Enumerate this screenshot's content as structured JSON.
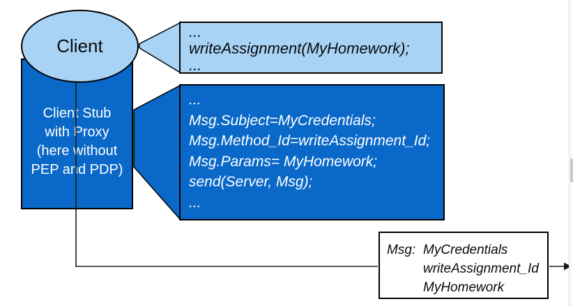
{
  "diagram": {
    "client": {
      "label": "Client"
    },
    "client_stub": {
      "lines": [
        "Client Stub",
        "with Proxy",
        "(here without",
        "PEP and PDP)"
      ]
    },
    "client_code_callout": {
      "lines": [
        "...",
        "writeAssignment(MyHomework);",
        "..."
      ]
    },
    "stub_code_callout": {
      "lines": [
        "...",
        "Msg.Subject=MyCredentials;",
        "Msg.Method_Id=writeAssignment_Id;",
        "Msg.Params= MyHomework;",
        "send(Server, Msg);",
        "..."
      ]
    },
    "message_box": {
      "label": "Msg:",
      "values": [
        "MyCredentials",
        "writeAssignment_Id",
        "MyHomework"
      ]
    },
    "colors": {
      "light_blue": "#a9d3f5",
      "dark_blue": "#0a69c8",
      "outline": "#000000",
      "connector": "#1a1a1a",
      "scrollbar_thumb": "#c9c9c9"
    }
  }
}
